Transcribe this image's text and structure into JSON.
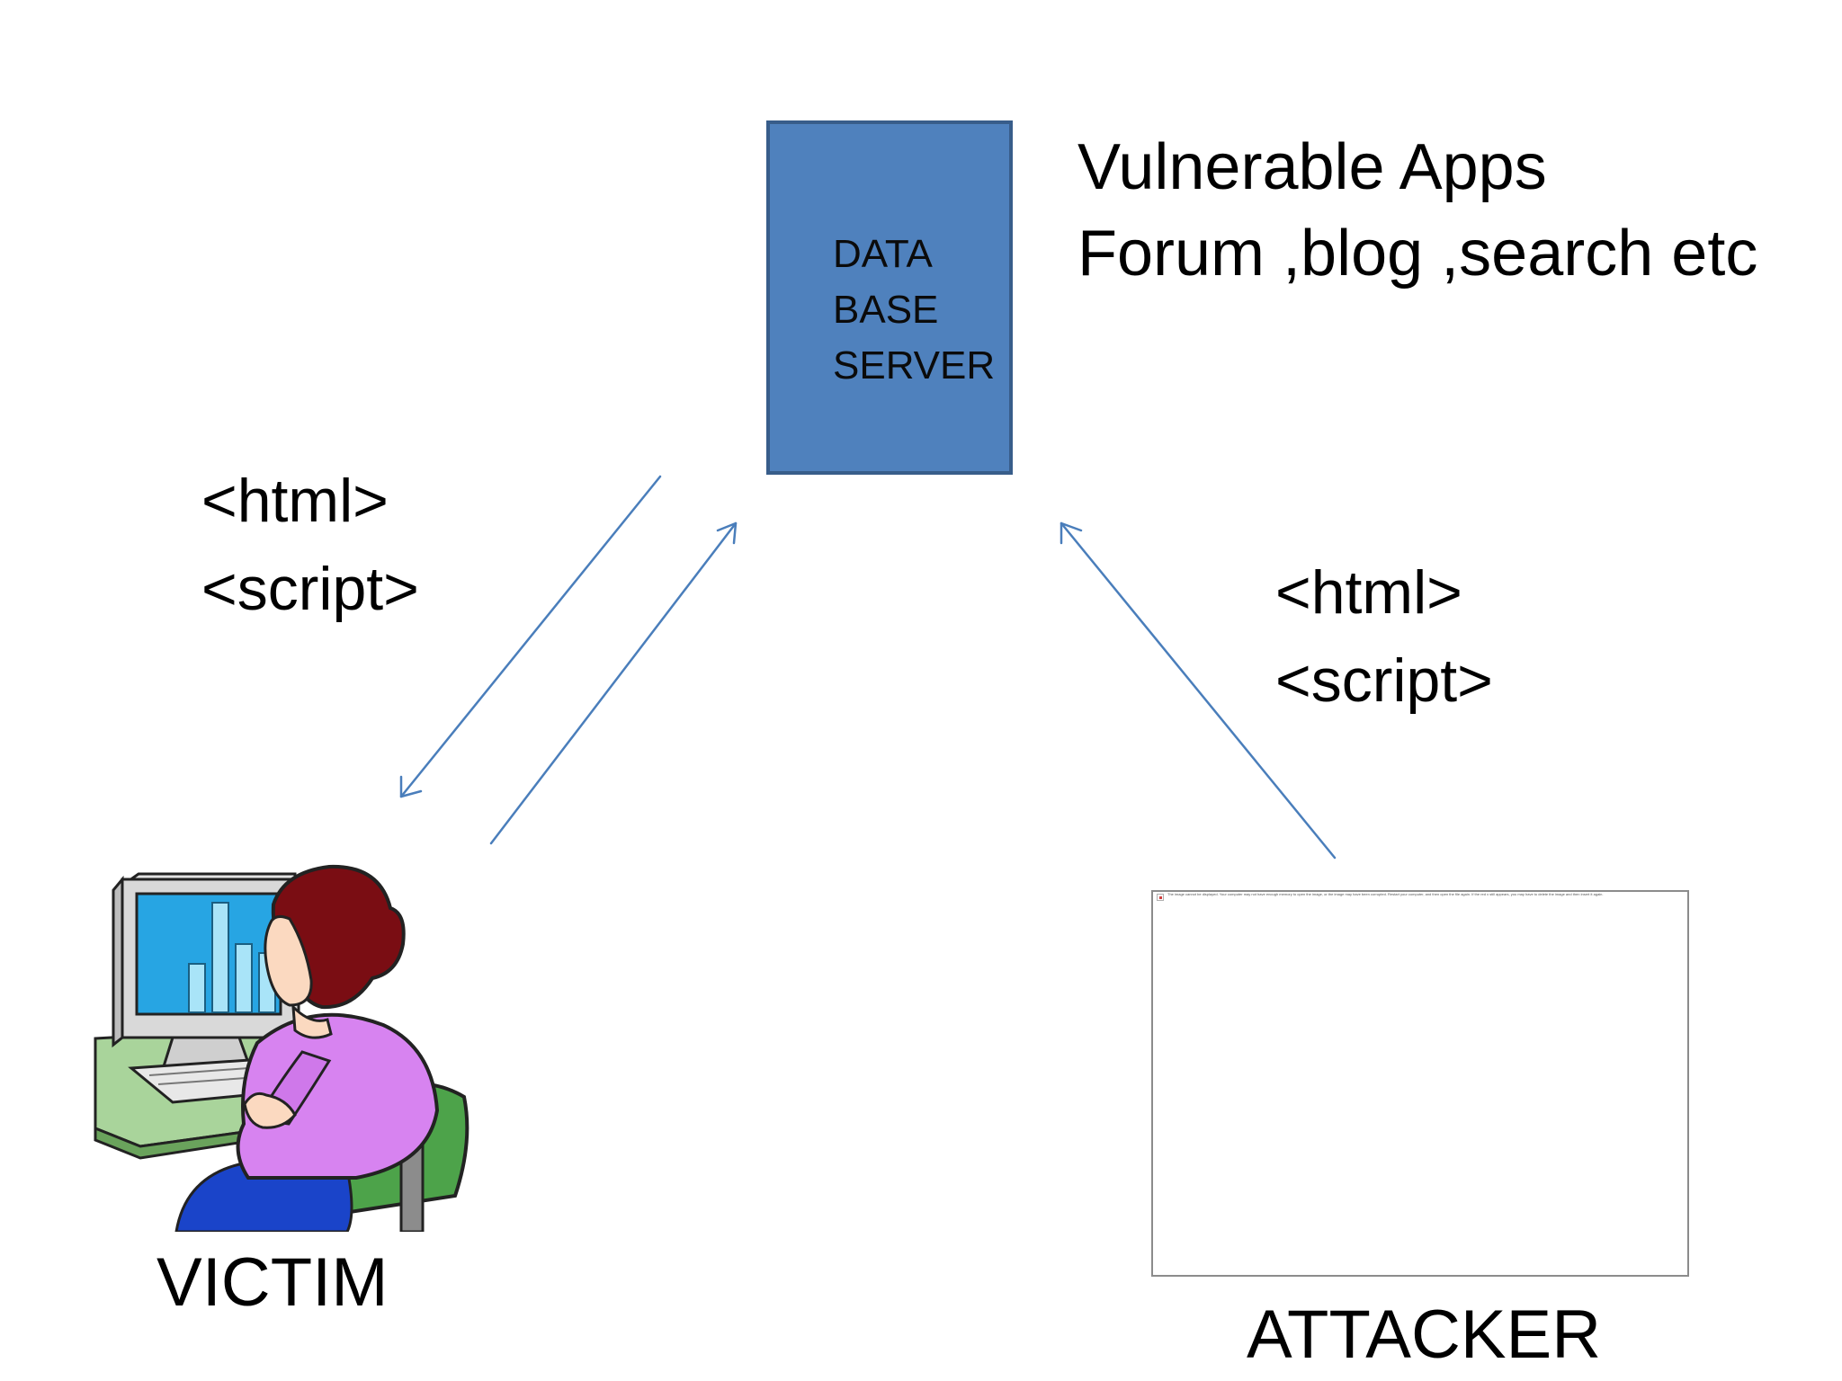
{
  "server": {
    "lines": [
      "DATA",
      "BASE",
      "SERVER"
    ],
    "fill_color": "#4f81bd",
    "border_color": "#385d8a"
  },
  "apps_note": {
    "line1": "Vulnerable Apps",
    "line2": "Forum ,blog ,search etc"
  },
  "victim_side_code": {
    "line1": "<html>",
    "line2": "<script>"
  },
  "attacker_side_code": {
    "line1": "<html>",
    "line2": "<script>"
  },
  "victim": {
    "label": "VICTIM",
    "icon": "woman-at-computer-clipart"
  },
  "attacker": {
    "label": "ATTACKER",
    "broken_image_message": "The image cannot be displayed. Your computer may not have enough memory to open the image, or the image may have been corrupted. Restart your computer, and then open the file again. If the red x still appears, you may have to delete the image and then insert it again."
  },
  "arrow_color": "#4a7ebb"
}
